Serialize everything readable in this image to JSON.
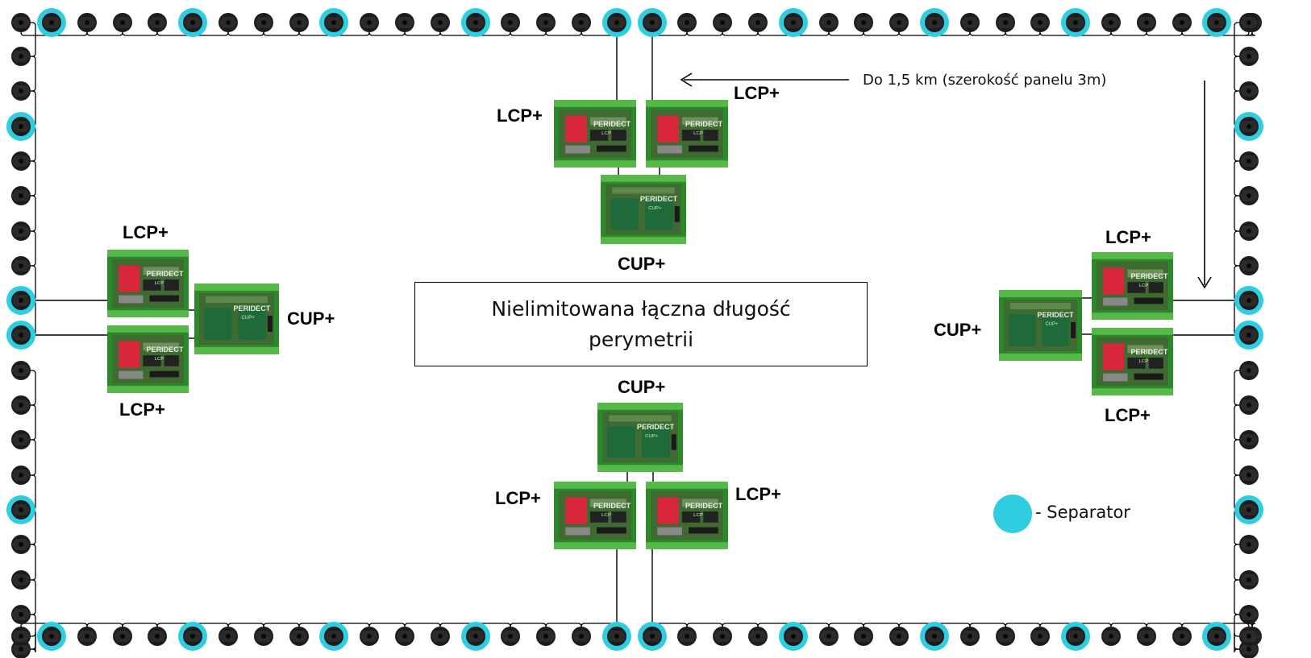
{
  "colors": {
    "separator": "#2fcde0",
    "sensor": "#1c1c1c",
    "cable": "#000000",
    "board_green": "#2a8a2a",
    "board_light": "#56b846",
    "relay_red": "#d8263a"
  },
  "icons": {
    "sensor": "sensor-node-icon",
    "separator": "separator-ring-icon",
    "board": "controller-board-icon"
  },
  "modules": {
    "lcp": "LCP+",
    "cup": "CUP+",
    "brand": "PERIDECT",
    "lcp_sub": "LCP",
    "cup_sub": "CUP+"
  },
  "labels": {
    "top_lcp_left": "LCP+",
    "top_lcp_right": "LCP+",
    "top_cup": "CUP+",
    "left_lcp_top": "LCP+",
    "left_lcp_bottom": "LCP+",
    "left_cup": "CUP+",
    "right_lcp_top": "LCP+",
    "right_lcp_bottom": "LCP+",
    "right_cup": "CUP+",
    "bottom_cup": "CUP+",
    "bottom_lcp_left": "LCP+",
    "bottom_lcp_right": "LCP+"
  },
  "center_text": "Nielimitowana łączna długość perymetrii",
  "span_note": "Do 1,5 km (szerokość panelu 3m)",
  "legend": {
    "label": "- Separator"
  }
}
